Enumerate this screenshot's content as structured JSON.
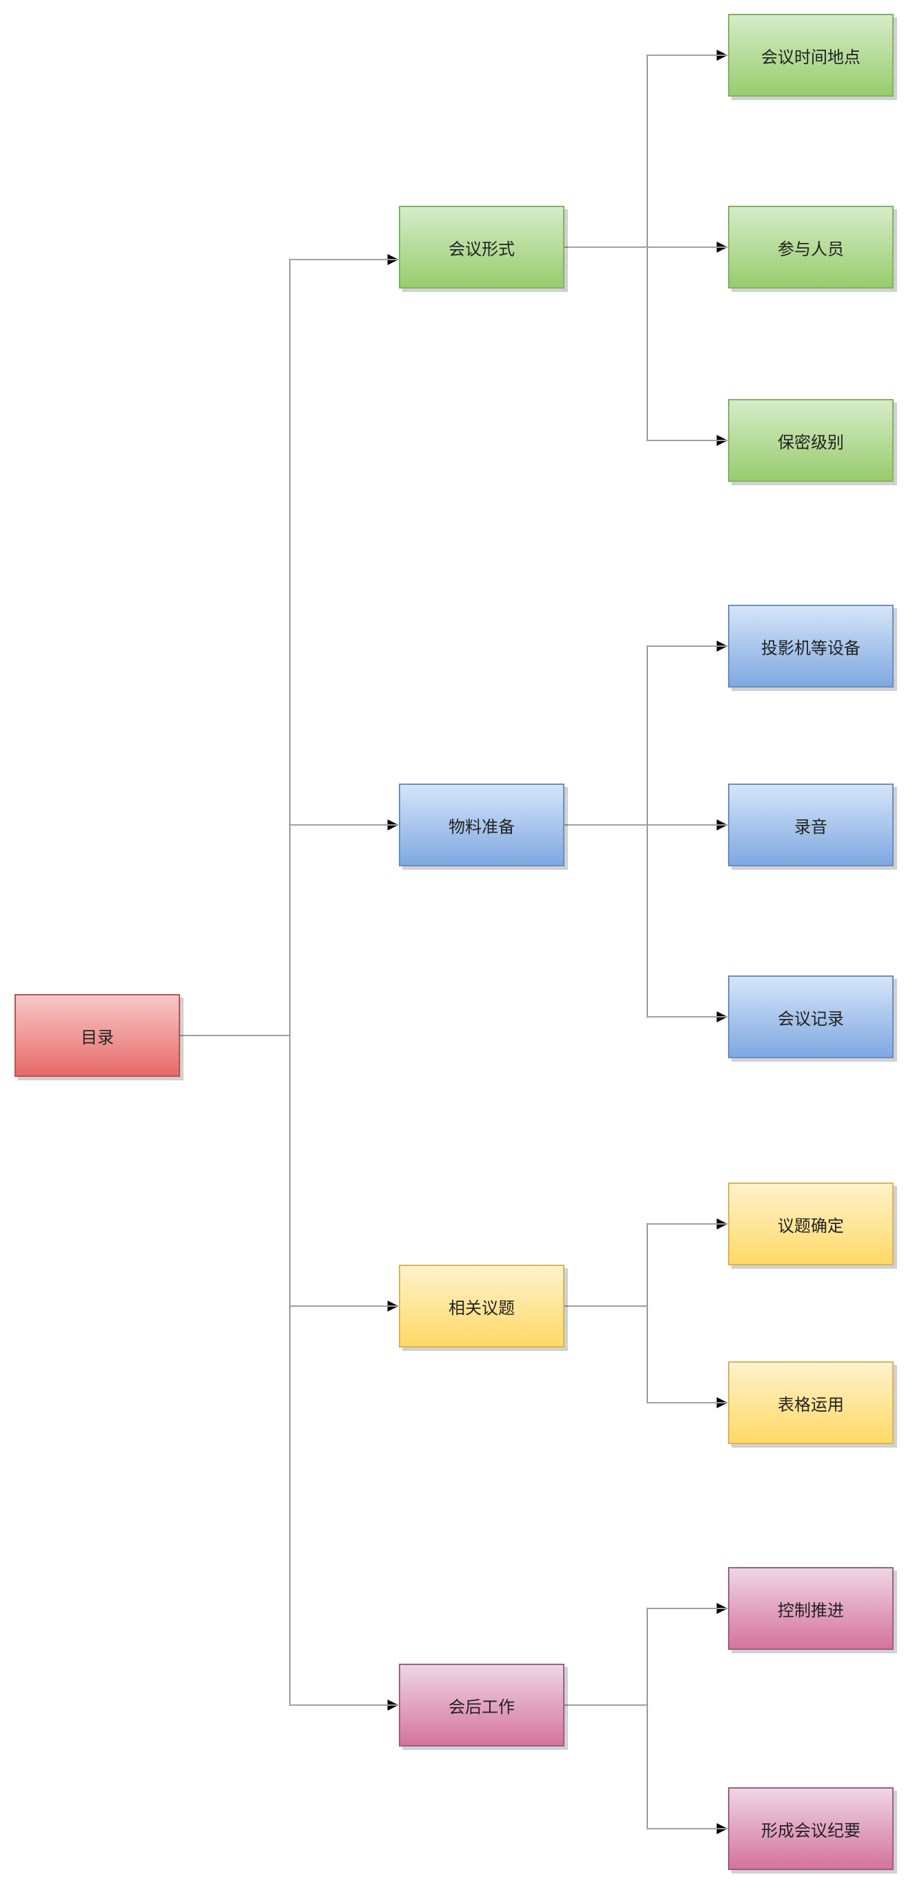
{
  "root": {
    "label": "目录",
    "color": "#e76a69"
  },
  "branches": [
    {
      "label": "会议形式",
      "color": "#98cc6d",
      "children": [
        "会议时间地点",
        "参与人员",
        "保密级别"
      ]
    },
    {
      "label": "物料准备",
      "color": "#7fa8e1",
      "children": [
        "投影机等设备",
        "录音",
        "会议记录"
      ]
    },
    {
      "label": "相关议题",
      "color": "#ffd966",
      "children": [
        "议题确定",
        "表格运用"
      ]
    },
    {
      "label": "会后工作",
      "color": "#d5739d",
      "children": [
        "控制推进",
        "形成会议纪要"
      ]
    }
  ]
}
